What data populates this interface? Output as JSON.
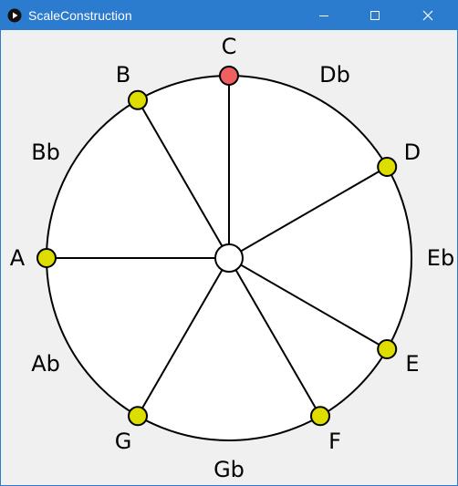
{
  "window": {
    "title": "ScaleConstruction",
    "title_bar_color": "#2b7bcf",
    "icons": {
      "app": "app-play-icon",
      "minimize": "minimize-icon",
      "maximize": "maximize-icon",
      "close": "close-icon"
    }
  },
  "scale_circle": {
    "notes": [
      {
        "label": "C",
        "selected": true,
        "highlight": "root"
      },
      {
        "label": "Db",
        "selected": false,
        "highlight": "none"
      },
      {
        "label": "D",
        "selected": true,
        "highlight": "scale"
      },
      {
        "label": "Eb",
        "selected": false,
        "highlight": "none"
      },
      {
        "label": "E",
        "selected": true,
        "highlight": "scale"
      },
      {
        "label": "F",
        "selected": true,
        "highlight": "scale"
      },
      {
        "label": "Gb",
        "selected": false,
        "highlight": "none"
      },
      {
        "label": "G",
        "selected": true,
        "highlight": "scale"
      },
      {
        "label": "Ab",
        "selected": false,
        "highlight": "none"
      },
      {
        "label": "A",
        "selected": true,
        "highlight": "scale"
      },
      {
        "label": "Bb",
        "selected": false,
        "highlight": "none"
      },
      {
        "label": "B",
        "selected": true,
        "highlight": "scale"
      }
    ],
    "colors": {
      "root": "#f06060",
      "scale": "#dddd00",
      "circle_fill": "#ffffff",
      "stroke": "#000000",
      "center": "#ffffff"
    }
  }
}
